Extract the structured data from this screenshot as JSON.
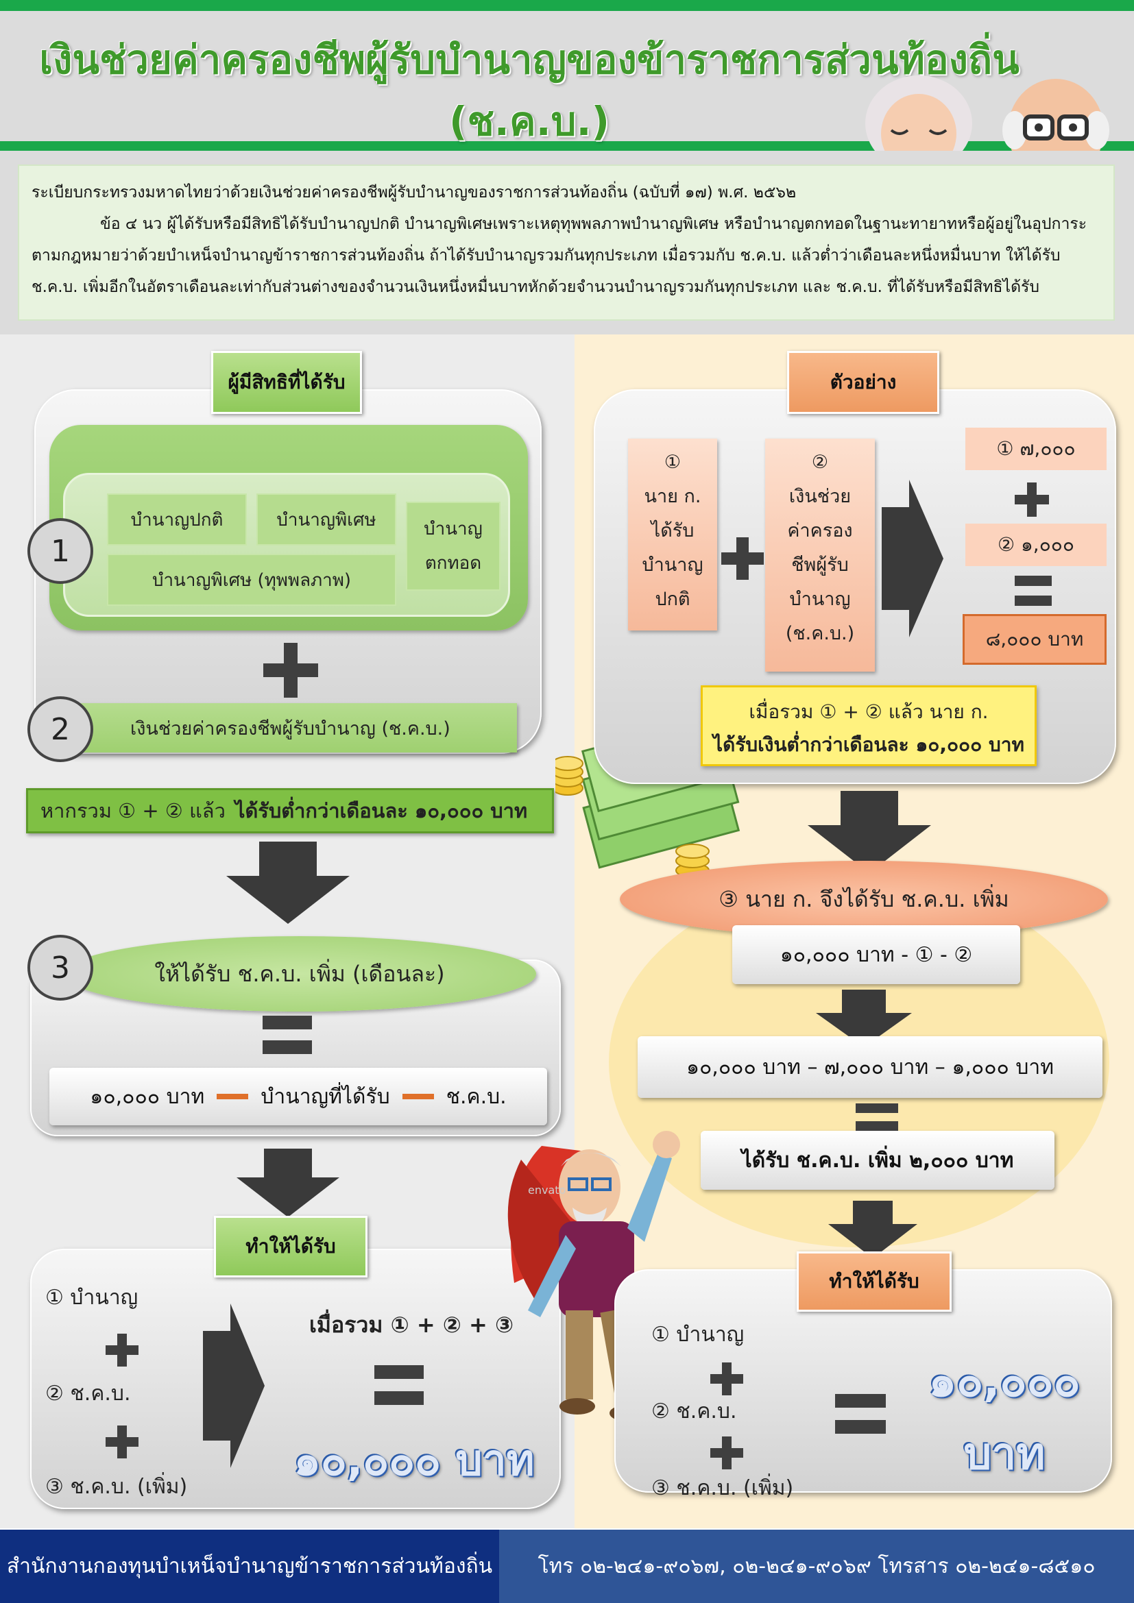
{
  "header": {
    "title_line1": "เงินช่วยค่าครองชีพผู้รับบำนาญของข้าราชการส่วนท้องถิ่น",
    "title_line2": "(ช.ค.บ.)"
  },
  "regulation": {
    "heading": "ระเบียบกระทรวงมหาดไทยว่าด้วยเงินช่วยค่าครองชีพผู้รับบำนาญของราชการส่วนท้องถิ่น (ฉบับที่ ๑๗) พ.ศ. ๒๕๖๒",
    "paragraph": "ข้อ ๔ นว ผู้ได้รับหรือมีสิทธิได้รับบำนาญปกติ บำนาญพิเศษเพราะเหตุทุพพลภาพบำนาญพิเศษ หรือบำนาญตกทอดในฐานะทายาทหรือผู้อยู่ในอุปการะตามกฎหมายว่าด้วยบำเหน็จบำนาญข้าราชการส่วนท้องถิ่น ถ้าได้รับบำนาญรวมกันทุกประเภท เมื่อรวมกับ ช.ค.บ. แล้วต่ำว่าเดือนละหนึ่งหมื่นบาท ให้ได้รับ ช.ค.บ. เพิ่มอีกในอัตราเดือนละเท่ากับส่วนต่างของจำนวนเงินหนึ่งหมื่นบาทหักด้วยจำนวนบำนาญรวมกันทุกประเภท และ ช.ค.บ. ที่ได้รับหรือมีสิทธิได้รับ"
  },
  "left": {
    "eligible_label": "ผู้มีสิทธิที่ได้รับ",
    "step1_num": "1",
    "pension_types": [
      "บำนาญปกติ",
      "บำนาญพิเศษ",
      "บำนาญพิเศษ (ทุพพลภาพ)",
      "บำนาญ\nตกทอด"
    ],
    "step2_num": "2",
    "step2_text": "เงินช่วยค่าครองชีพผู้รับบำนาญ (ช.ค.บ.)",
    "condition_prefix": "หากรวม ① + ② แล้ว",
    "condition_bold": "ได้รับต่ำกว่าเดือนละ ๑๐,๐๐๐ บาท",
    "step3_num": "3",
    "step3_text": "ให้ได้รับ ช.ค.บ. เพิ่ม (เดือนละ)",
    "formula": [
      "๑๐,๐๐๐ บาท",
      "บำนาญที่ได้รับ",
      "ช.ค.บ."
    ],
    "result_label": "ทำให้ได้รับ",
    "result_items": [
      "① บำนาญ",
      "② ช.ค.บ.",
      "③ ช.ค.บ. (เพิ่ม)"
    ],
    "sum_text": "เมื่อรวม ① + ② + ③",
    "total": "๑๐,๐๐๐ บาท"
  },
  "right": {
    "example_label": "ตัวอย่าง",
    "box1": [
      "①",
      "นาย ก.",
      "ได้รับ",
      "บำนาญ",
      "ปกติ"
    ],
    "box2": [
      "②",
      "เงินช่วย",
      "ค่าครอง",
      "ชีพผู้รับ",
      "บำนาญ",
      "(ช.ค.บ.)"
    ],
    "val1": "①  ๗,๐๐๐",
    "val2": "②  ๑,๐๐๐",
    "val_total": "๘,๐๐๐ บาท",
    "note_line1": "เมื่อรวม ① + ② แล้ว นาย ก.",
    "note_line2": "ได้รับเงินต่ำกว่าเดือนละ ๑๐,๐๐๐ บาท",
    "step3_text": "③ นาย ก. จึงได้รับ ช.ค.บ. เพิ่ม",
    "calc1": "๑๐,๐๐๐ บาท - ① - ②",
    "calc2": "๑๐,๐๐๐ บาท – ๗,๐๐๐ บาท – ๑,๐๐๐ บาท",
    "calc3": "ได้รับ ช.ค.บ. เพิ่ม ๒,๐๐๐ บาท",
    "result_label": "ทำให้ได้รับ",
    "result_items": [
      "① บำนาญ",
      "② ช.ค.บ.",
      "③ ช.ค.บ. (เพิ่ม)"
    ],
    "total_line1": "๑๐,๐๐๐",
    "total_line2": "บาท"
  },
  "footer": {
    "office": "สำนักงานกองทุนบำเหน็จบำนาญข้าราชการส่วนท้องถิ่น",
    "contact": "โทร ๐๒-๒๔๑-๙๐๖๗, ๐๒-๒๔๑-๙๐๖๙  โทรสาร ๐๒-๒๔๑-๘๕๑๐"
  },
  "illustrations": {
    "watermark": "envato"
  }
}
